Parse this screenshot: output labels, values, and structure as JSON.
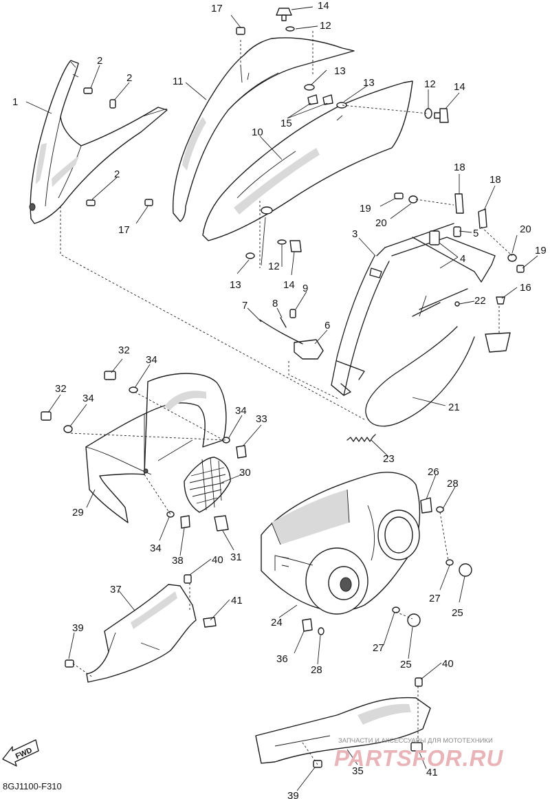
{
  "diagram_code": "8GJ1100-F310",
  "direction_label": "FWD",
  "watermark": {
    "tagline": "ЗАПЧАСТИ И АКСЕССУАРЫ ДЛЯ МОТОТЕХНИКИ",
    "brand_red": "PARTS",
    "brand_dark": "FOR",
    "brand_tld": ".RU"
  },
  "callouts": [
    {
      "id": "c1",
      "label": "1"
    },
    {
      "id": "c2a",
      "label": "2"
    },
    {
      "id": "c2b",
      "label": "2"
    },
    {
      "id": "c2c",
      "label": "2"
    },
    {
      "id": "c3",
      "label": "3"
    },
    {
      "id": "c4",
      "label": "4"
    },
    {
      "id": "c5",
      "label": "5"
    },
    {
      "id": "c6",
      "label": "6"
    },
    {
      "id": "c7",
      "label": "7"
    },
    {
      "id": "c8",
      "label": "8"
    },
    {
      "id": "c9",
      "label": "9"
    },
    {
      "id": "c10",
      "label": "10"
    },
    {
      "id": "c11",
      "label": "11"
    },
    {
      "id": "c12a",
      "label": "12"
    },
    {
      "id": "c12b",
      "label": "12"
    },
    {
      "id": "c12c",
      "label": "12"
    },
    {
      "id": "c13a",
      "label": "13"
    },
    {
      "id": "c13b",
      "label": "13"
    },
    {
      "id": "c13c",
      "label": "13"
    },
    {
      "id": "c14a",
      "label": "14"
    },
    {
      "id": "c14b",
      "label": "14"
    },
    {
      "id": "c14c",
      "label": "14"
    },
    {
      "id": "c15",
      "label": "15"
    },
    {
      "id": "c16",
      "label": "16"
    },
    {
      "id": "c17a",
      "label": "17"
    },
    {
      "id": "c17b",
      "label": "17"
    },
    {
      "id": "c18a",
      "label": "18"
    },
    {
      "id": "c18b",
      "label": "18"
    },
    {
      "id": "c19a",
      "label": "19"
    },
    {
      "id": "c19b",
      "label": "19"
    },
    {
      "id": "c20a",
      "label": "20"
    },
    {
      "id": "c20b",
      "label": "20"
    },
    {
      "id": "c21",
      "label": "21"
    },
    {
      "id": "c22",
      "label": "22"
    },
    {
      "id": "c23",
      "label": "23"
    },
    {
      "id": "c24",
      "label": "24"
    },
    {
      "id": "c25a",
      "label": "25"
    },
    {
      "id": "c25b",
      "label": "25"
    },
    {
      "id": "c26",
      "label": "26"
    },
    {
      "id": "c27a",
      "label": "27"
    },
    {
      "id": "c27b",
      "label": "27"
    },
    {
      "id": "c28a",
      "label": "28"
    },
    {
      "id": "c28b",
      "label": "28"
    },
    {
      "id": "c29",
      "label": "29"
    },
    {
      "id": "c30",
      "label": "30"
    },
    {
      "id": "c31",
      "label": "31"
    },
    {
      "id": "c32a",
      "label": "32"
    },
    {
      "id": "c32b",
      "label": "32"
    },
    {
      "id": "c33",
      "label": "33"
    },
    {
      "id": "c34a",
      "label": "34"
    },
    {
      "id": "c34b",
      "label": "34"
    },
    {
      "id": "c34c",
      "label": "34"
    },
    {
      "id": "c34d",
      "label": "34"
    },
    {
      "id": "c35",
      "label": "35"
    },
    {
      "id": "c36",
      "label": "36"
    },
    {
      "id": "c37",
      "label": "37"
    },
    {
      "id": "c38",
      "label": "38"
    },
    {
      "id": "c39a",
      "label": "39"
    },
    {
      "id": "c39b",
      "label": "39"
    },
    {
      "id": "c40a",
      "label": "40"
    },
    {
      "id": "c40b",
      "label": "40"
    },
    {
      "id": "c41a",
      "label": "41"
    },
    {
      "id": "c41b",
      "label": "41"
    }
  ]
}
